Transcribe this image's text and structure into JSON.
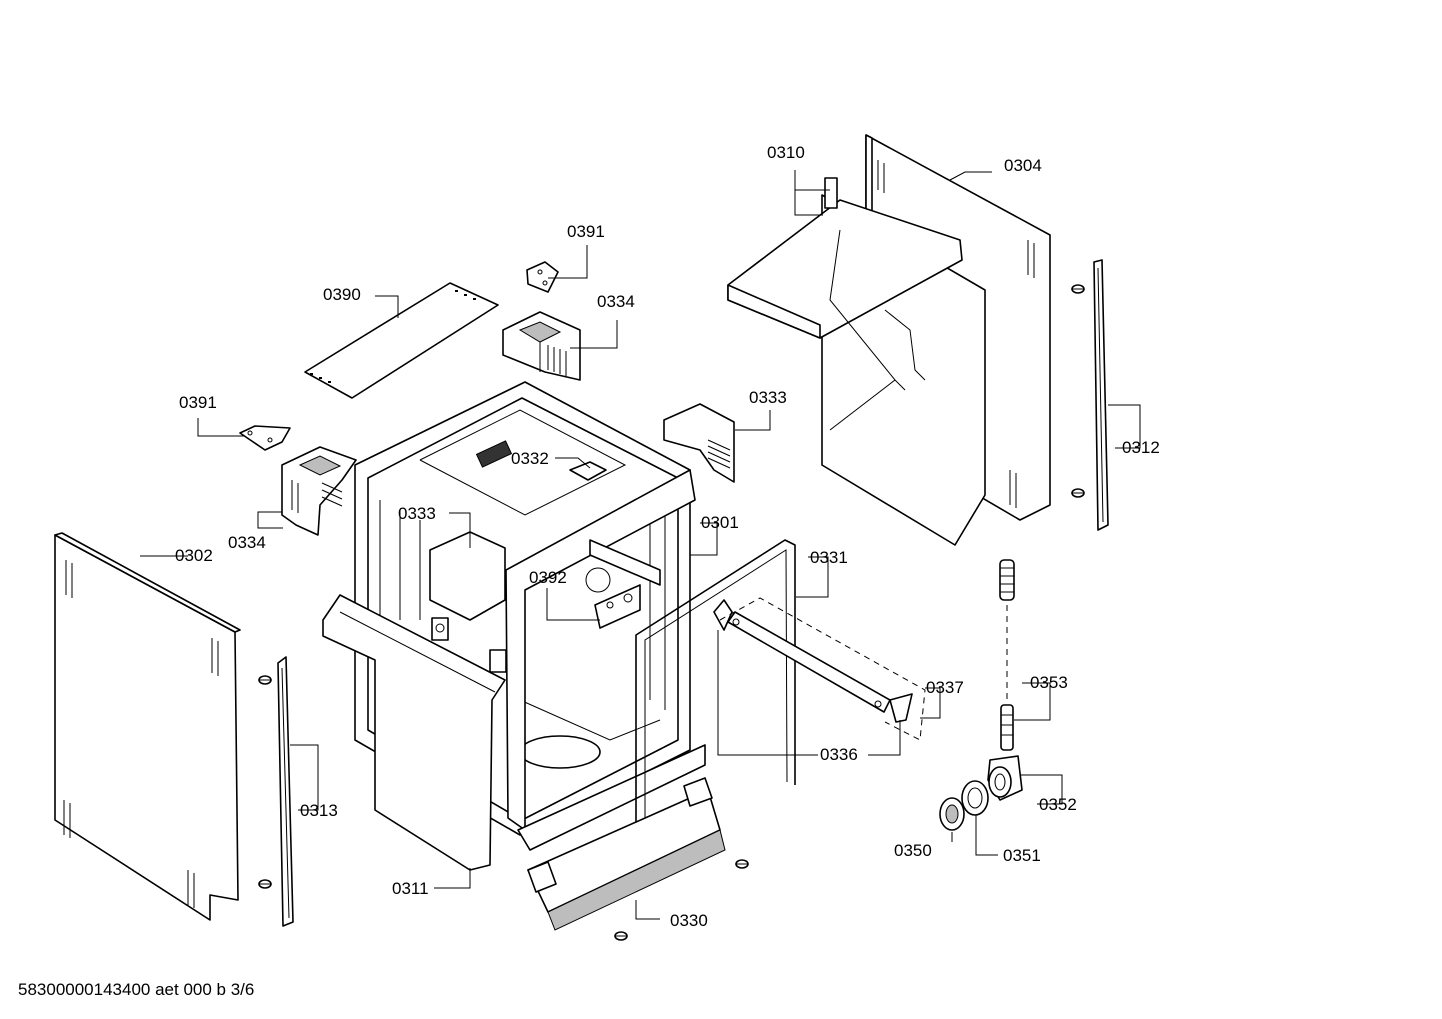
{
  "diagram": {
    "labels": {
      "p0310": "0310",
      "p0304": "0304",
      "p0391a": "0391",
      "p0390": "0390",
      "p0334a": "0334",
      "p0391b": "0391",
      "p0333a": "0333",
      "p0312": "0312",
      "p0332": "0332",
      "p0333b": "0333",
      "p0334b": "0334",
      "p0301": "0301",
      "p0302": "0302",
      "p0331": "0331",
      "p0392": "0392",
      "p0353": "0353",
      "p0337": "0337",
      "p0336": "0336",
      "p0313": "0313",
      "p0352": "0352",
      "p0350": "0350",
      "p0351": "0351",
      "p0311": "0311",
      "p0330": "0330"
    },
    "footer": "58300000143400 aet 000 b 3/6"
  }
}
